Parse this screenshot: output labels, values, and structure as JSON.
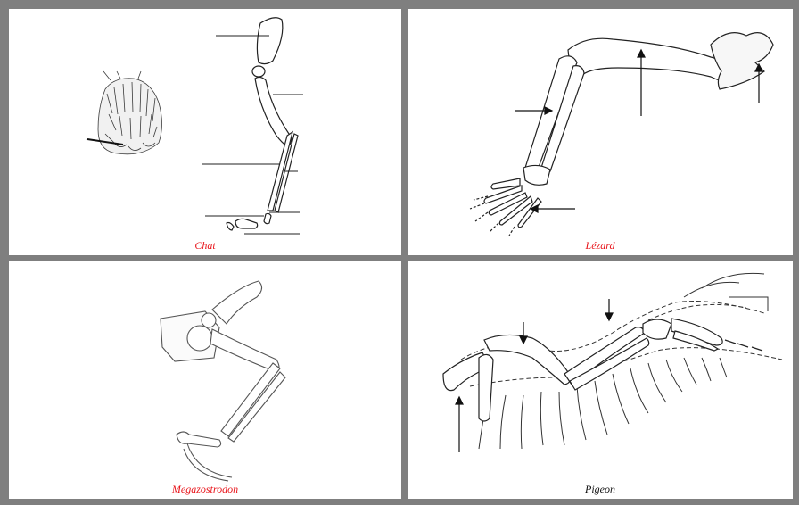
{
  "panels": [
    {
      "caption": "Chat",
      "caption_color": "#e8151b"
    },
    {
      "caption": "Lézard",
      "caption_color": "#e8151b"
    },
    {
      "caption": "Megazostrodon",
      "caption_color": "#e8151b"
    },
    {
      "caption": "Pigeon",
      "caption_color": "#111111"
    }
  ],
  "colors": {
    "frame": "#7f7f7f",
    "panel_bg": "#ffffff",
    "ink": "#1a1a1a"
  }
}
